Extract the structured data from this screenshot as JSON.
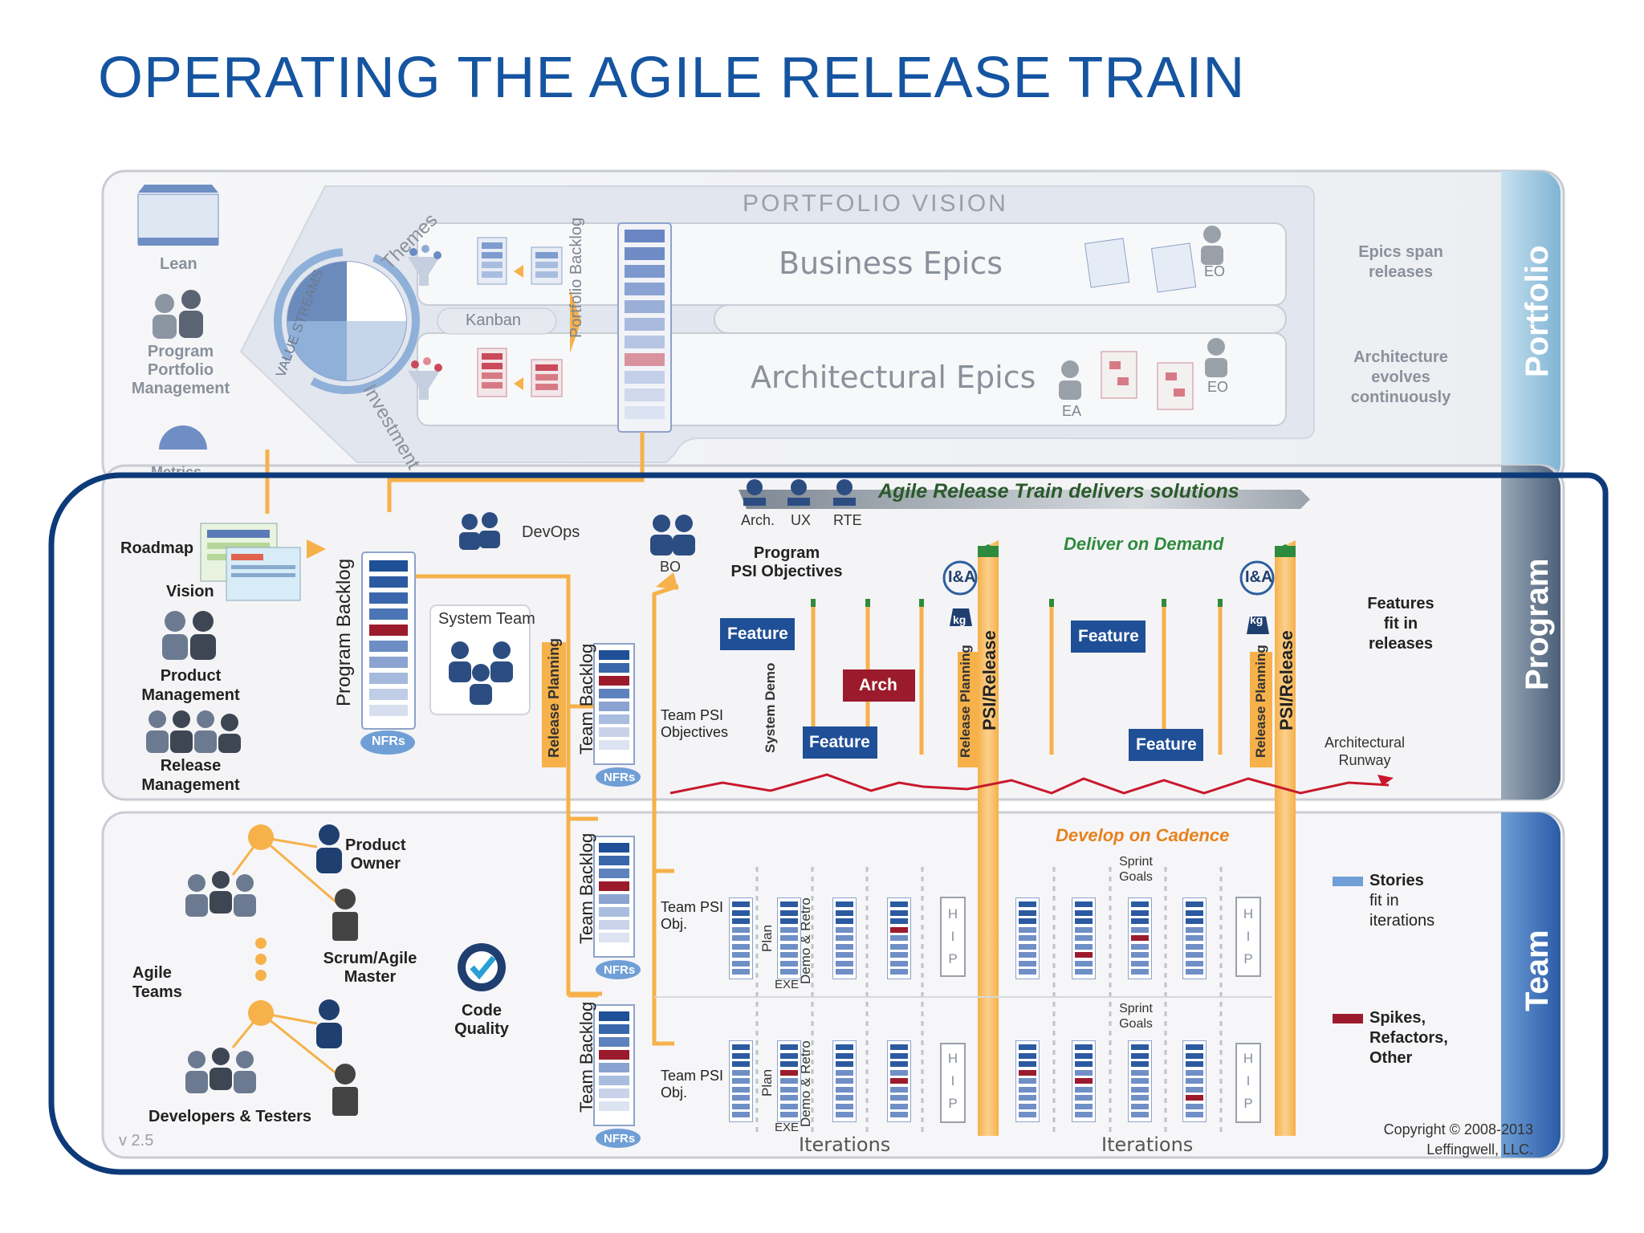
{
  "title": "OPERATING THE AGILE RELEASE TRAIN",
  "colors": {
    "title": "#1554a0",
    "frame": "#0d3a78",
    "orange": "#f6b14a",
    "blue": "#1f4f96",
    "red": "#9b1b2c",
    "green": "#2e8b3d"
  },
  "portfolio": {
    "band_label": "Portfolio",
    "vision": "PORTFOLIO VISION",
    "business_epics": "Business Epics",
    "arch_epics": "Architectural Epics",
    "kanban": "Kanban",
    "portfolio_backlog": "Portfolio Backlog",
    "value_streams": "VALUE STREAMS",
    "themes": "Themes",
    "investment": "Investment",
    "eo1": "EO",
    "eo2": "EO",
    "ea": "EA",
    "lean": "Lean",
    "ppm": [
      "Program",
      "Portfolio",
      "Management"
    ],
    "metrics": "Metrics",
    "epics_span": [
      "Epics span",
      "releases"
    ],
    "arch_evolves": [
      "Architecture",
      "evolves",
      "continuously"
    ]
  },
  "program": {
    "band_label": "Program",
    "banner": "Agile Release Train delivers solutions",
    "roles": [
      "Arch.",
      "UX",
      "RTE"
    ],
    "roadmap": "Roadmap",
    "vision": "Vision",
    "product_mgmt": [
      "Product",
      "Management"
    ],
    "release_mgmt": [
      "Release",
      "Management"
    ],
    "program_backlog": "Program Backlog",
    "nfrs": "NFRs",
    "devops": "DevOps",
    "system_team": "System Team",
    "bo": "BO",
    "program_psi": [
      "Program",
      "PSI Objectives"
    ],
    "release_planning": "Release Planning",
    "team_backlog": "Team Backlog",
    "team_psi": [
      "Team PSI",
      "Objectives"
    ],
    "deliver_on_demand": "Deliver on Demand",
    "feature": "Feature",
    "arch": "Arch",
    "system_demo": "System Demo",
    "psi_release": "PSI/Release",
    "ia": "I&A",
    "kg": "kg",
    "features_fit": [
      "Features",
      "fit in",
      "releases"
    ],
    "arch_runway": [
      "Architectural",
      "Runway"
    ]
  },
  "team": {
    "band_label": "Team",
    "product_owner": [
      "Product",
      "Owner"
    ],
    "scrum_master": [
      "Scrum/Agile",
      "Master"
    ],
    "agile_teams": [
      "Agile",
      "Teams"
    ],
    "dev_testers": "Developers & Testers",
    "code_quality": [
      "Code",
      "Quality"
    ],
    "team_psi_obj": [
      "Team PSI",
      "Obj."
    ],
    "develop_on_cadence": "Develop on Cadence",
    "sprint_goals": [
      "Sprint",
      "Goals"
    ],
    "plan": "Plan",
    "exe": "EXE",
    "demo_retro": "Demo & Retro",
    "hip": [
      "H",
      "I",
      "P"
    ],
    "iterations": "Iterations",
    "stories_fit": [
      "Stories",
      "fit in",
      "iterations"
    ],
    "spikes": [
      "Spikes,",
      "Refactors,",
      "Other"
    ]
  },
  "footer": {
    "version": "v 2.5",
    "copyright": [
      "Copyright © 2008-2013",
      "Leffingwell, LLC."
    ]
  }
}
